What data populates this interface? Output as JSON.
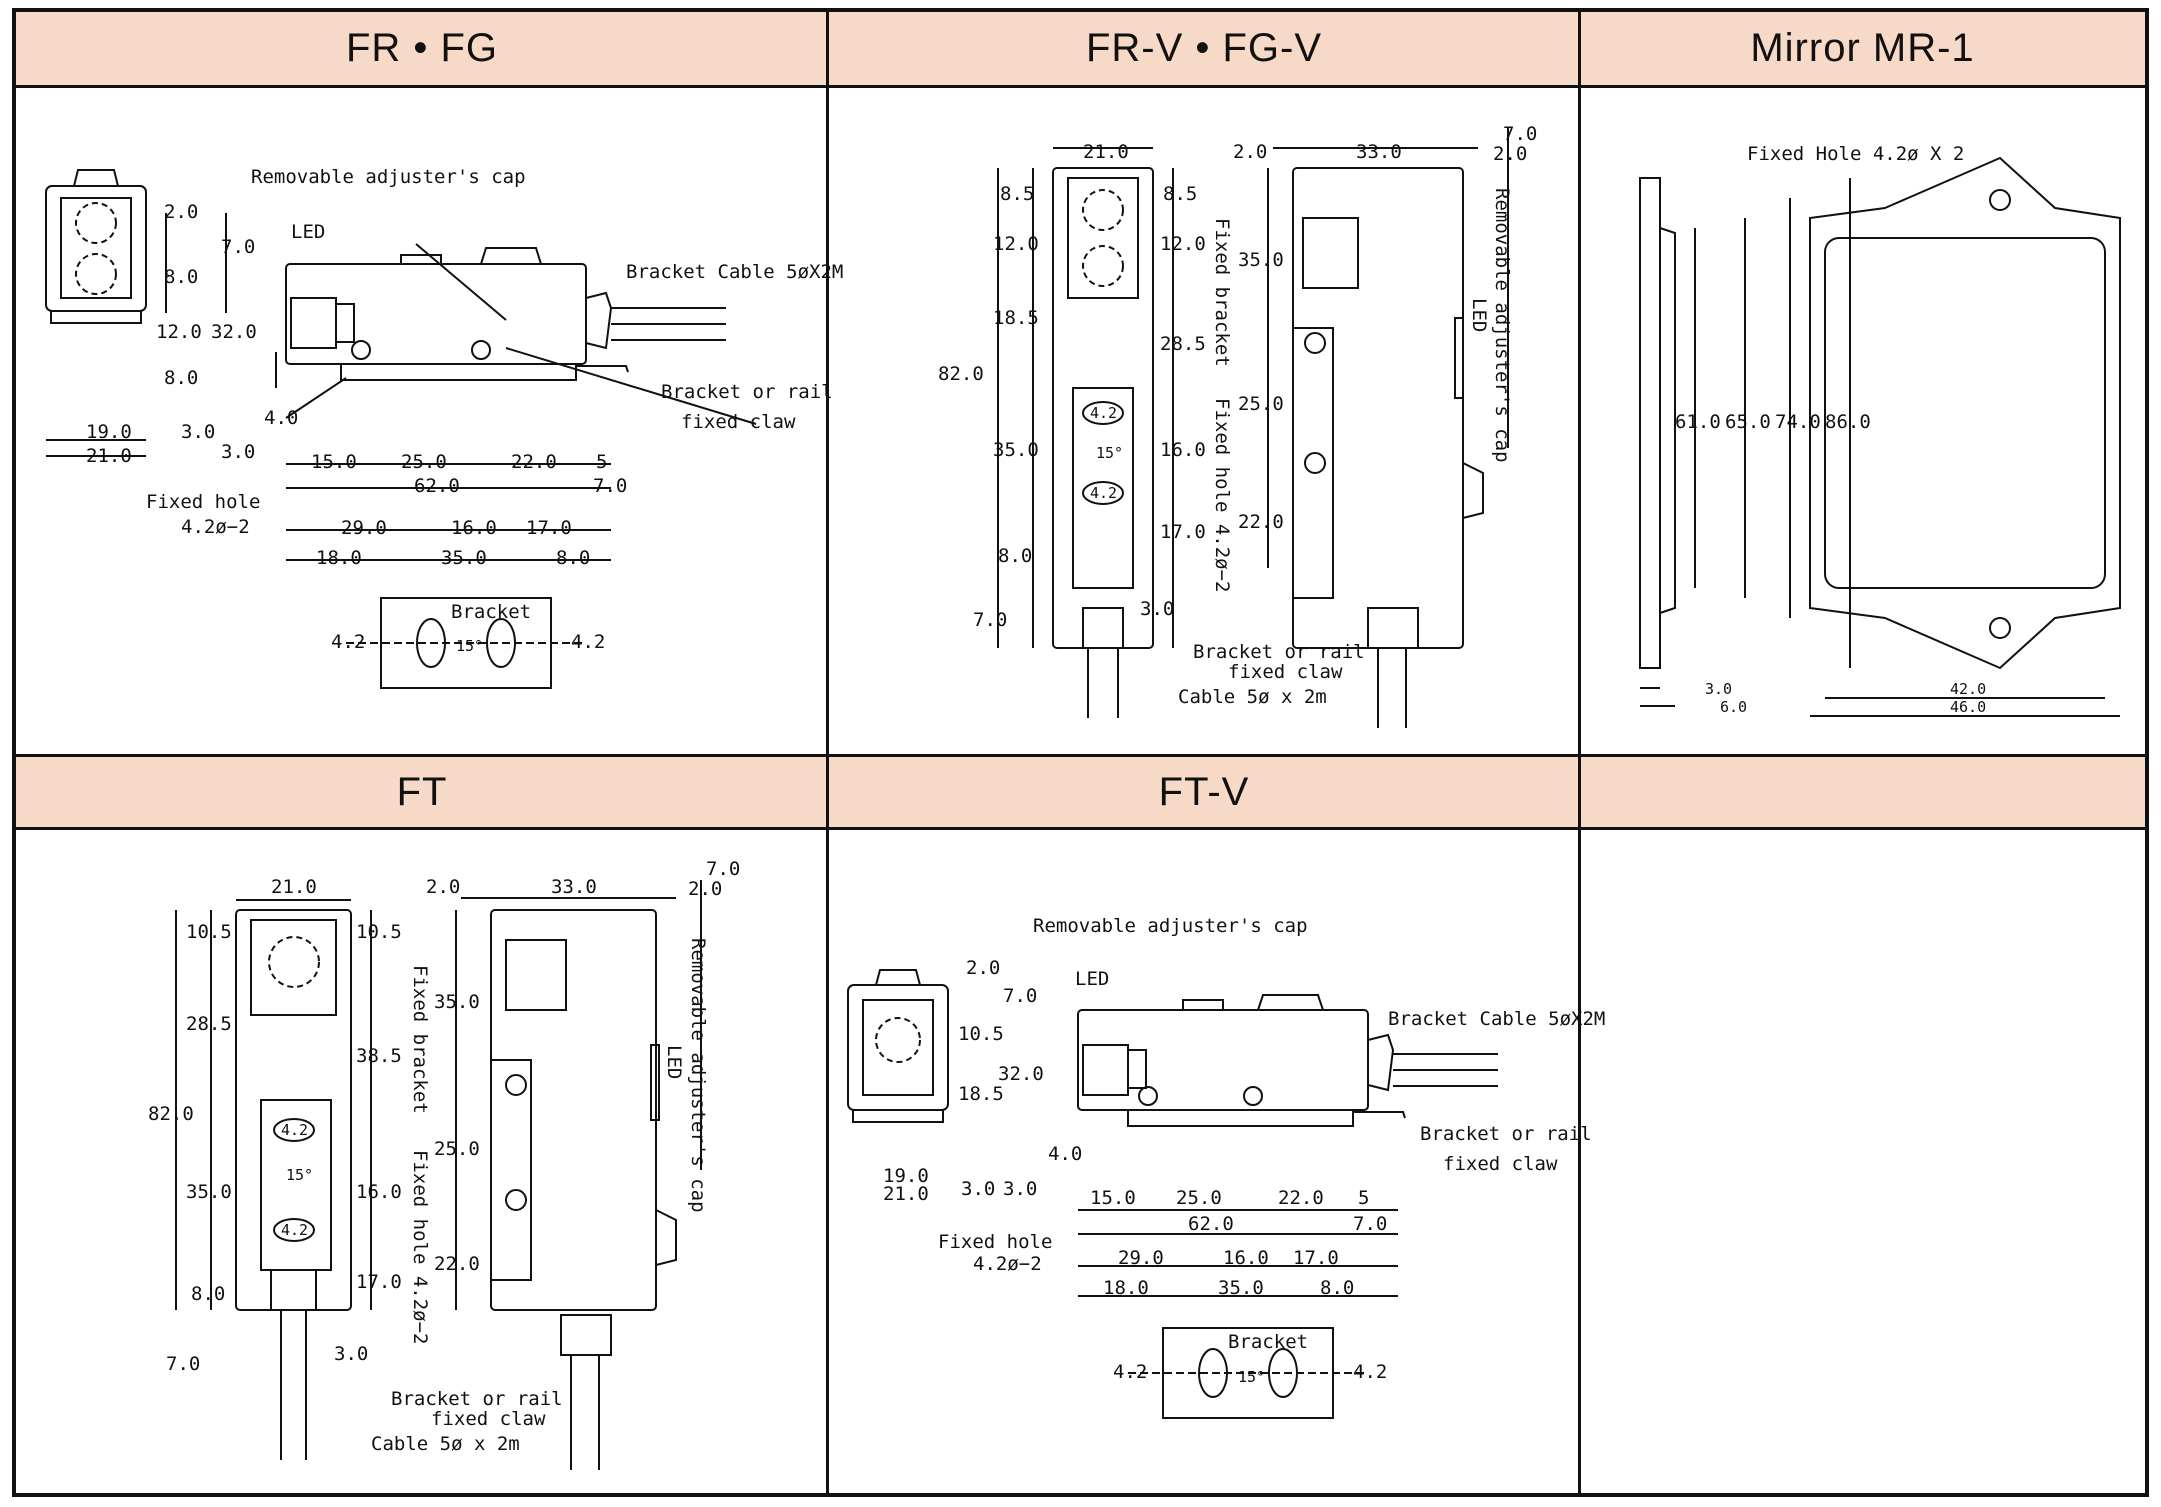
{
  "panels": {
    "fr_fg": {
      "title": "FR • FG",
      "removable_cap": "Removable adjuster's cap",
      "led": "LED",
      "bracket_cable": "Bracket Cable 5øX2M",
      "bracket_rail_1": "Bracket or rail",
      "bracket_rail_2": "fixed claw",
      "fixed_hole_1": "Fixed hole",
      "fixed_hole_2": "4.2ø−2",
      "bracket": "Bracket",
      "dims": {
        "d2_0": "2.0",
        "d7_0": "7.0",
        "d8_0a": "8.0",
        "d12_0": "12.0",
        "d32_0": "32.0",
        "d8_0b": "8.0",
        "d4_0": "4.0",
        "d3_0a": "3.0",
        "d3_0b": "3.0",
        "d19_0": "19.0",
        "d21_0": "21.0",
        "d15_0": "15.0",
        "d25_0": "25.0",
        "d22_0": "22.0",
        "d5": "5",
        "d62_0": "62.0",
        "d7_0b": "7.0",
        "d29_0": "29.0",
        "d16_0": "16.0",
        "d17_0": "17.0",
        "d18_0": "18.0",
        "d35_0": "35.0",
        "d8_0c": "8.0",
        "d4_2a": "4.2",
        "d4_2b": "4.2",
        "d15deg": "15°"
      }
    },
    "frv_fgv": {
      "title": "FR-V • FG-V",
      "fixed_bracket": "Fixed bracket",
      "fixed_hole": "Fixed hole 4.2ø−2",
      "led": "LED",
      "removable_cap": "Removable adjuster's cap",
      "bracket_rail_1": "Bracket or rail",
      "bracket_rail_2": "fixed claw",
      "cable": "Cable 5ø x 2m",
      "dims": {
        "d21_0": "21.0",
        "d8_5a": "8.5",
        "d8_5b": "8.5",
        "d12_0a": "12.0",
        "d12_0b": "12.0",
        "d18_5": "18.5",
        "d28_5": "28.5",
        "d82_0": "82.0",
        "d35_0": "35.0",
        "d16_0": "16.0",
        "d17_0": "17.0",
        "d8_0": "8.0",
        "d7_0": "7.0",
        "d3_0": "3.0",
        "d2_0a": "2.0",
        "d33_0": "33.0",
        "d7_0t": "7.0",
        "d2_0b": "2.0",
        "d35_0s": "35.0",
        "d25_0": "25.0",
        "d22_0": "22.0",
        "d4_2a": "4.2",
        "d4_2b": "4.2",
        "d15deg": "15°"
      }
    },
    "mirror": {
      "title": "Mirror MR-1",
      "fixed_hole": "Fixed Hole 4.2ø X 2",
      "dims": {
        "d61_0": "61.0",
        "d65_0": "65.0",
        "d74_0": "74.0",
        "d86_0": "86.0",
        "d3_0": "3.0",
        "d6_0": "6.0",
        "d42_0": "42.0",
        "d46_0": "46.0"
      }
    },
    "ft": {
      "title": "FT",
      "fixed_bracket": "Fixed bracket",
      "fixed_hole": "Fixed hole 4.2ø−2",
      "led": "LED",
      "removable_cap": "Removable adjuster's cap",
      "bracket_rail_1": "Bracket or rail",
      "bracket_rail_2": "fixed claw",
      "cable": "Cable 5ø x 2m",
      "dims": {
        "d21_0": "21.0",
        "d10_5a": "10.5",
        "d10_5b": "10.5",
        "d28_5": "28.5",
        "d38_5": "38.5",
        "d82_0": "82.0",
        "d35_0": "35.0",
        "d16_0": "16.0",
        "d17_0": "17.0",
        "d8_0": "8.0",
        "d7_0": "7.0",
        "d3_0": "3.0",
        "d2_0a": "2.0",
        "d33_0": "33.0",
        "d7_0t": "7.0",
        "d2_0b": "2.0",
        "d35_0s": "35.0",
        "d25_0": "25.0",
        "d22_0": "22.0",
        "d4_2a": "4.2",
        "d4_2b": "4.2",
        "d15deg": "15°"
      }
    },
    "ftv": {
      "title": "FT-V",
      "removable_cap": "Removable adjuster's cap",
      "led": "LED",
      "bracket_cable": "Bracket Cable 5øX2M",
      "bracket_rail_1": "Bracket or rail",
      "bracket_rail_2": "fixed claw",
      "fixed_hole_1": "Fixed hole",
      "fixed_hole_2": "4.2ø−2",
      "bracket": "Bracket",
      "dims": {
        "d2_0": "2.0",
        "d7_0": "7.0",
        "d10_5": "10.5",
        "d32_0": "32.0",
        "d18_5": "18.5",
        "d4_0": "4.0",
        "d3_0a": "3.0",
        "d3_0b": "3.0",
        "d19_0": "19.0",
        "d21_0": "21.0",
        "d15_0": "15.0",
        "d25_0": "25.0",
        "d22_0": "22.0",
        "d5": "5",
        "d62_0": "62.0",
        "d7_0b": "7.0",
        "d29_0": "29.0",
        "d16_0": "16.0",
        "d17_0": "17.0",
        "d18_0": "18.0",
        "d35_0": "35.0",
        "d8_0c": "8.0",
        "d4_2a": "4.2",
        "d4_2b": "4.2",
        "d15deg": "15°"
      }
    },
    "empty": {
      "title": ""
    }
  }
}
